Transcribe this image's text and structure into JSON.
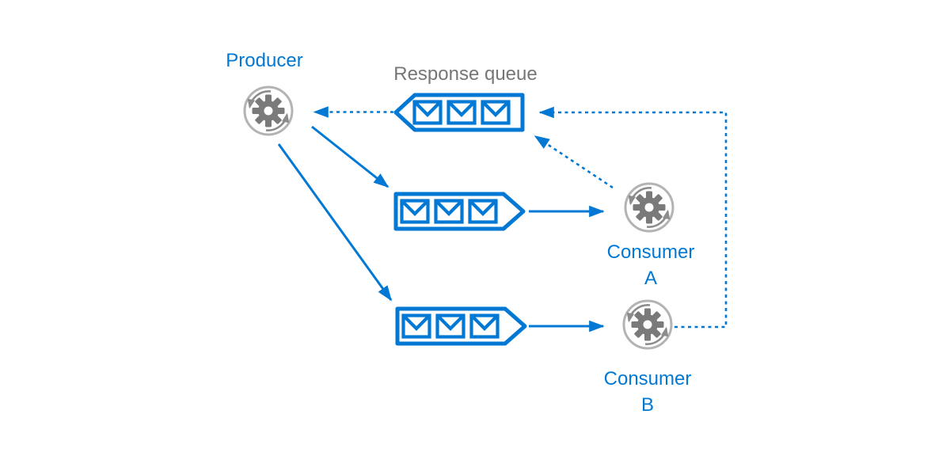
{
  "diagram": {
    "producer": {
      "label": "Producer",
      "icon": "gear-process-icon"
    },
    "response_queue": {
      "label": "Response queue",
      "icon": "message-queue-icon"
    },
    "request_queue_a": {
      "icon": "message-queue-icon"
    },
    "request_queue_b": {
      "icon": "message-queue-icon"
    },
    "consumer_a": {
      "lines": [
        "Consumer",
        "A"
      ],
      "icon": "gear-process-icon"
    },
    "consumer_b": {
      "lines": [
        "Consumer",
        "B"
      ],
      "icon": "gear-process-icon"
    },
    "messages_per_queue": 3,
    "message_icon": "envelope-icon",
    "colors": {
      "accent_blue": "#0078D4",
      "label_gray": "#767676",
      "icon_gear_gray": "#7A7A7A",
      "icon_ring_gray": "#B3B3B3",
      "icon_arrow_gray": "#8C8C8C",
      "background": "#FFFFFF"
    }
  }
}
